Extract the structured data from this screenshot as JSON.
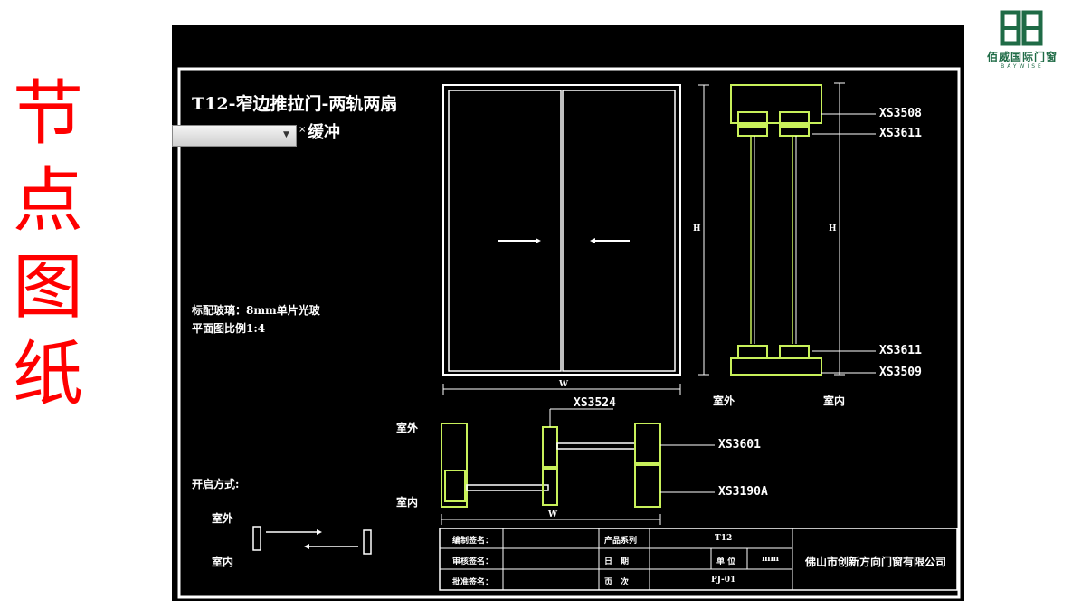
{
  "side_title": [
    "节",
    "点",
    "图",
    "纸"
  ],
  "logo": {
    "mark": "BB",
    "name_cn": "佰威国际门窗",
    "name_en": "BAYWISE"
  },
  "drawing": {
    "title": "T12-窄边推拉门-两轨两扇",
    "subtitle_visible": "缓冲",
    "glass_note": "标配玻璃：8mm单片光玻",
    "scale_note": "平面图比例1:4",
    "open_mode_label": "开启方式:",
    "outdoor": "室外",
    "indoor": "室内",
    "dim_w": "W",
    "dim_h": "H",
    "profile_labels": {
      "xs3508": "XS3508",
      "xs3611_top": "XS3611",
      "xs3611_bottom": "XS3611",
      "xs3509": "XS3509",
      "xs3524": "XS3524",
      "xs3601": "XS3601",
      "xs3190a": "XS3190A"
    }
  },
  "title_block": {
    "drawer_label": "编制签名：",
    "reviewer_label": "审核签名：",
    "approver_label": "批准签名：",
    "series_label": "产品系列",
    "series_value": "T12",
    "date_label": "日　期",
    "unit_label": "单 位",
    "unit_value": "mm",
    "page_label": "页　次",
    "page_value": "PJ-01",
    "company": "佛山市创新方向门窗有限公司"
  },
  "colors": {
    "cad_bg": "#000000",
    "line": "#ffffff",
    "profile": "#c8f05a",
    "title_red": "#ff0000",
    "logo_green": "#1f6b46"
  }
}
